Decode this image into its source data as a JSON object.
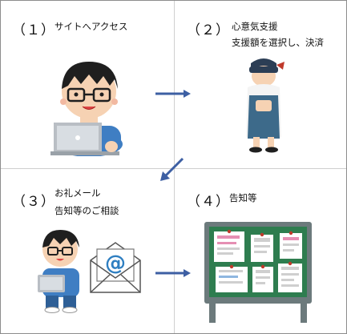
{
  "steps": [
    {
      "number": "（１）",
      "lines": [
        "サイトへアクセス"
      ]
    },
    {
      "number": "（２）",
      "lines": [
        "心意気支援",
        "支援額を選択し、決済"
      ]
    },
    {
      "number": "（３）",
      "lines": [
        "お礼メール",
        "告知等のご相談"
      ]
    },
    {
      "number": "（４）",
      "lines": [
        "告知等"
      ]
    }
  ],
  "email_symbol": "@",
  "colors": {
    "arrow": "#3d5fa3",
    "hoodie": "#3f7ec3",
    "board_green": "#2e7d4f",
    "board_frame": "#6c7a7c",
    "apron": "#3d6a8a"
  }
}
